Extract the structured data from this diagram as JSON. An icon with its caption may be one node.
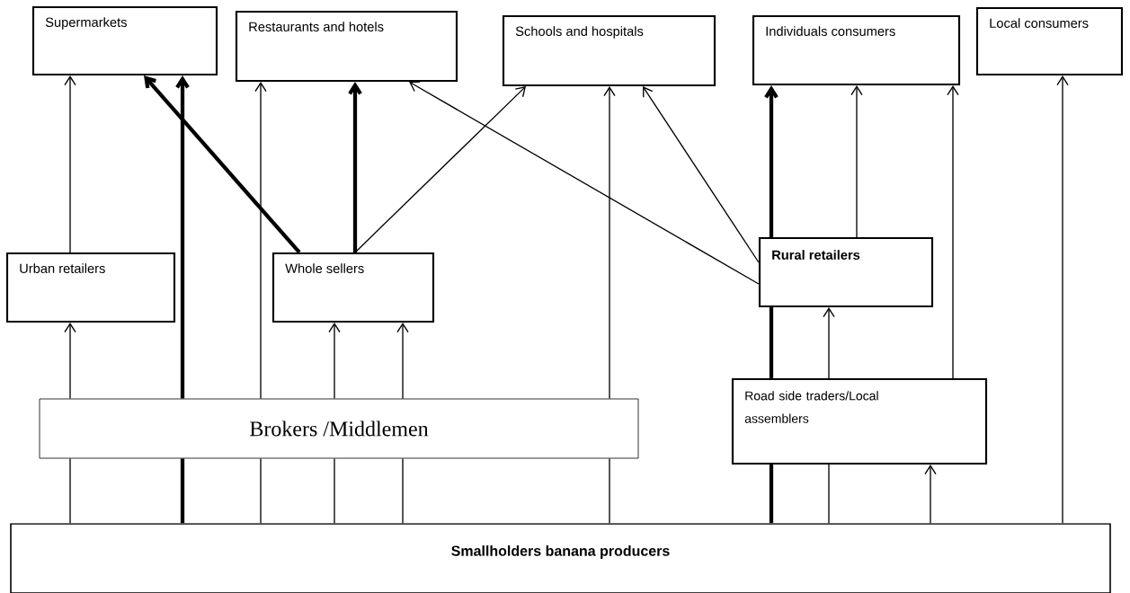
{
  "diagram": {
    "nodes": [
      {
        "text": [
          "Supermarkets"
        ]
      },
      {
        "text": [
          "Restaurants and hotels"
        ]
      },
      {
        "text": [
          "Schools and hospitals"
        ]
      },
      {
        "text": [
          "Individuals consumers"
        ]
      },
      {
        "text": [
          "Local consumers"
        ]
      },
      {
        "text": [
          "Urban retailers"
        ]
      },
      {
        "text": [
          "Whole sellers"
        ]
      },
      {
        "text": [
          "Rural retailers"
        ]
      },
      {
        "text": [
          "Brokers /Middlemen"
        ]
      },
      {
        "text": [
          "Road side traders/Local assemblers"
        ]
      },
      {
        "text": [
          "Smallholders banana producers"
        ]
      }
    ],
    "edges": [
      {
        "from": 5,
        "to": 0,
        "arrow": "to"
      },
      {
        "from": 8,
        "to": 5,
        "arrow": "to"
      },
      {
        "from": 10,
        "to": 8,
        "arrow": "none"
      },
      {
        "from": 10,
        "to": 8,
        "arrow": "none",
        "style": "thick"
      },
      {
        "from": 8,
        "to": 0,
        "arrow": "to",
        "style": "thick"
      },
      {
        "from": 10,
        "to": 8,
        "arrow": "none"
      },
      {
        "from": 8,
        "to": 1,
        "arrow": "to"
      },
      {
        "from": 10,
        "to": 8,
        "arrow": "none"
      },
      {
        "from": 8,
        "to": 6,
        "arrow": "to"
      },
      {
        "from": 10,
        "to": 8,
        "arrow": "none"
      },
      {
        "from": 8,
        "to": 6,
        "arrow": "to"
      },
      {
        "from": 6,
        "to": 0,
        "arrow": "to",
        "style": "thick"
      },
      {
        "from": 6,
        "to": 1,
        "arrow": "to",
        "style": "thick"
      },
      {
        "from": 6,
        "to": 2,
        "arrow": "to"
      },
      {
        "from": 10,
        "to": 8,
        "arrow": "none"
      },
      {
        "from": 8,
        "to": 2,
        "arrow": "to"
      },
      {
        "from": 7,
        "to": 1,
        "arrow": "to"
      },
      {
        "from": 7,
        "to": 2,
        "arrow": "to"
      },
      {
        "from": 10,
        "to": 9,
        "arrow": "none",
        "style": "thick"
      },
      {
        "from": 9,
        "to": 7,
        "arrow": "none",
        "style": "thick"
      },
      {
        "from": 7,
        "to": 3,
        "arrow": "to",
        "style": "thick"
      },
      {
        "from": 10,
        "to": 9,
        "arrow": "none"
      },
      {
        "from": 9,
        "to": 7,
        "arrow": "to"
      },
      {
        "from": 7,
        "to": 3,
        "arrow": "to"
      },
      {
        "from": 9,
        "to": 3,
        "arrow": "to"
      },
      {
        "from": 10,
        "to": 9,
        "arrow": "to"
      },
      {
        "from": 10,
        "to": 4,
        "arrow": "to"
      }
    ]
  }
}
